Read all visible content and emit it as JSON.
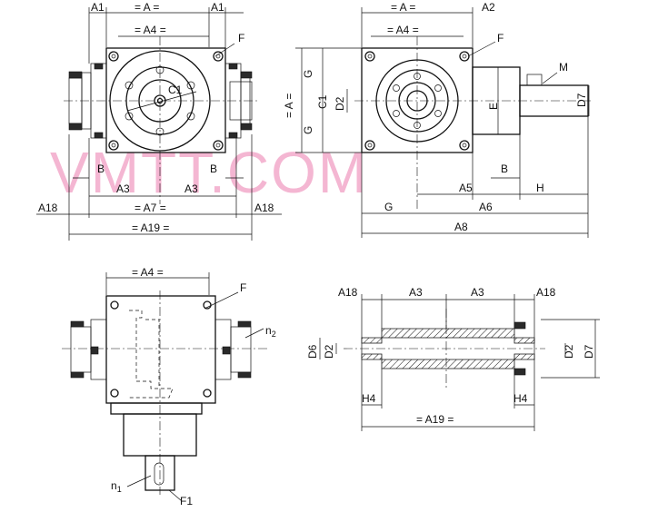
{
  "watermark": "VMTT.COM",
  "colors": {
    "line": "#111111",
    "watermark": "#f4b6d2",
    "background": "#ffffff"
  },
  "front_view": {
    "labels": {
      "a1_left": "A1",
      "a": "= A =",
      "a1_right": "A1",
      "a4": "= A4 =",
      "f": "F",
      "c1": "C1",
      "b_left": "B",
      "b_right": "B",
      "a3_left": "A3",
      "a3_right": "A3",
      "a18_left": "A18",
      "a7": "= A7 =",
      "a18_right": "A18",
      "a19": "= A19 ="
    }
  },
  "side_view": {
    "labels": {
      "a": "= A =",
      "a2": "A2",
      "a4": "= A4 =",
      "f": "F",
      "m": "M",
      "g_top": "G",
      "a_vertical": "= A =",
      "c1": "C1",
      "g_bottom": "G",
      "d2": "D2",
      "e": "E",
      "d7": "D7",
      "b": "B",
      "a5": "A5",
      "h": "H",
      "g_bottom_row": "G",
      "a6": "A6",
      "a8": "A8"
    }
  },
  "top_view": {
    "labels": {
      "a4": "= A4 =",
      "f": "F",
      "n2": "n",
      "n2_sub": "2",
      "n1": "n",
      "n1_sub": "1",
      "f1": "F1"
    }
  },
  "shaft_view": {
    "labels": {
      "a18_left": "A18",
      "a3_left": "A3",
      "a3_right": "A3",
      "a18_right": "A18",
      "d6": "D6",
      "d2_left": "D2",
      "d2_right": "D2",
      "d7": "D7",
      "h4_left": "H4",
      "h4_right": "H4",
      "a19": "= A19 ="
    }
  }
}
